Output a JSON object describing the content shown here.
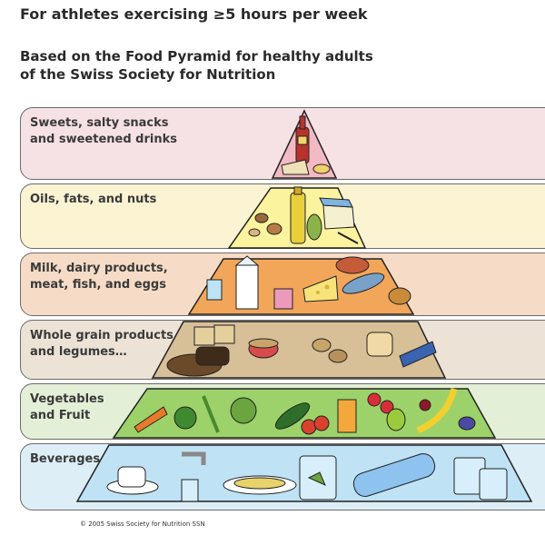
{
  "header": {
    "line1": "For athletes exercising ≥5 hours per week",
    "line2": "Based on the Food Pyramid for healthy adults",
    "line3": "of the Swiss Society for Nutrition"
  },
  "levels": [
    {
      "label": "Sweets, salty snacks\nand sweetened drinks",
      "color": "#f6e1e5"
    },
    {
      "label": "Oils, fats, and nuts",
      "color": "#fbf3d2"
    },
    {
      "label": "Milk, dairy products,\nmeat, fish, and eggs",
      "color": "#f6dcc6"
    },
    {
      "label": "Whole grain products\nand legumes…",
      "color": "#ece3d6"
    },
    {
      "label": "Vegetables\nand Fruit",
      "color": "#e4efd7"
    },
    {
      "label": "Beverages",
      "color": "#deeef7"
    }
  ],
  "copyright": "© 2005 Swiss Society for Nutrition SSN",
  "colors": {
    "sweets_tier": "#f3b9c5",
    "oils_tier": "#fbf39d",
    "protein_tier": "#f2a65a",
    "grain_tier": "#d7bf98",
    "veg_tier": "#9dd26a",
    "bev_tier": "#bfe2f5"
  }
}
